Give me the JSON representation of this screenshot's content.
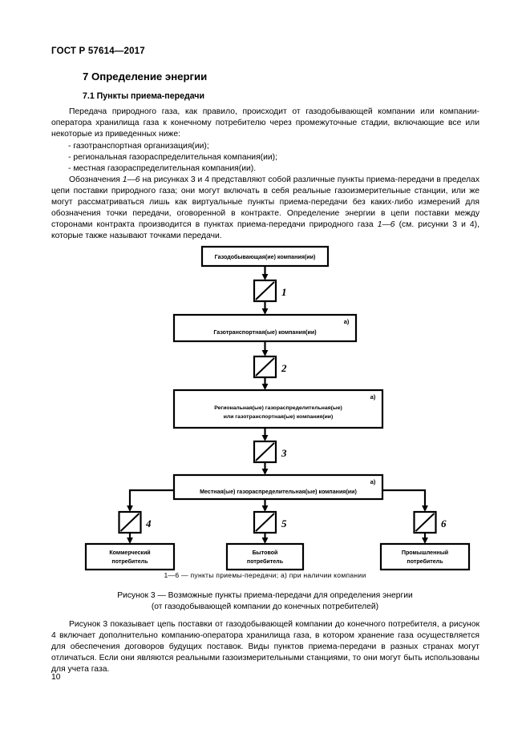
{
  "document": {
    "standard_header": "ГОСТ Р 57614—2017",
    "page_number": "10"
  },
  "headings": {
    "section": "7 Определение энергии",
    "subsection": "7.1 Пункты приема-передачи"
  },
  "paragraphs": {
    "intro": "Передача природного газа, как правило, происходит от газодобывающей компании или компании-оператора хранилища газа к конечному потребителю через промежуточные стадии, включающие все или некоторые из приведенных ниже:",
    "list": [
      "- газотранспортная организация(ии);",
      "- региональная газораспределительная компания(ии);",
      "- местная газораспределительная компания(ии)."
    ],
    "designations_pre": "Обозначения ",
    "designations_em1": "1—6",
    "designations_mid": " на рисунках 3 и 4 представляют собой различные пункты приема-передачи в пределах цепи поставки природного газа; они могут включать в себя реальные газоизмерительные станции, или же могут рассматриваться лишь как виртуальные пункты приема-передачи без каких-либо измерений для обозначения точки передачи, оговоренной в контракте. Определение энергии в цепи поставки между сторонами контракта производится в пунктах приема-передачи природного газа ",
    "designations_em2": "1—6",
    "designations_post": " (см. рисунки 3 и 4), которые также называют точками передачи.",
    "tail": "Рисунок 3 показывает цепь поставки от газодобывающей компании до конечного потребителя, а рисунок 4 включает дополнительно компанию-оператора хранилища газа, в котором хранение газа осуществляется для обеспечения договоров будущих поставок. Виды пунктов приема-передачи в разных странах могут отличаться. Если они являются реальными газоизмерительными станциями, то они могут быть использованы для учета газа."
  },
  "figure": {
    "note": "1—6 — пункты приемы-передачи;  а) при наличии компании",
    "caption_line1": "Рисунок 3 — Возможные пункты приема-передачи для определения энергии",
    "caption_line2": "(от газодобывающей компании до конечных потребителей)",
    "marker_a": "а)",
    "boxes": {
      "producer": "Газодобывающая(ие) компания(ии)",
      "transmission": "Газотранспортная(ые) компания(ии)",
      "regional_line1": "Региональная(ые) газораспределительная(ые)",
      "regional_line2": "или газотранспортная(ые) компания(ии)",
      "local": "Местная(ые) газораспределительная(ые) компания(ии)",
      "consumer_commercial_line1": "Коммерческий",
      "consumer_commercial_line2": "потребитель",
      "consumer_domestic_line1": "Бытовой",
      "consumer_domestic_line2": "потребитель",
      "consumer_industrial_line1": "Промышленный",
      "consumer_industrial_line2": "потребитель"
    },
    "transfer_points": {
      "tp1": "1",
      "tp2": "2",
      "tp3": "3",
      "tp4": "4",
      "tp5": "5",
      "tp6": "6"
    }
  }
}
